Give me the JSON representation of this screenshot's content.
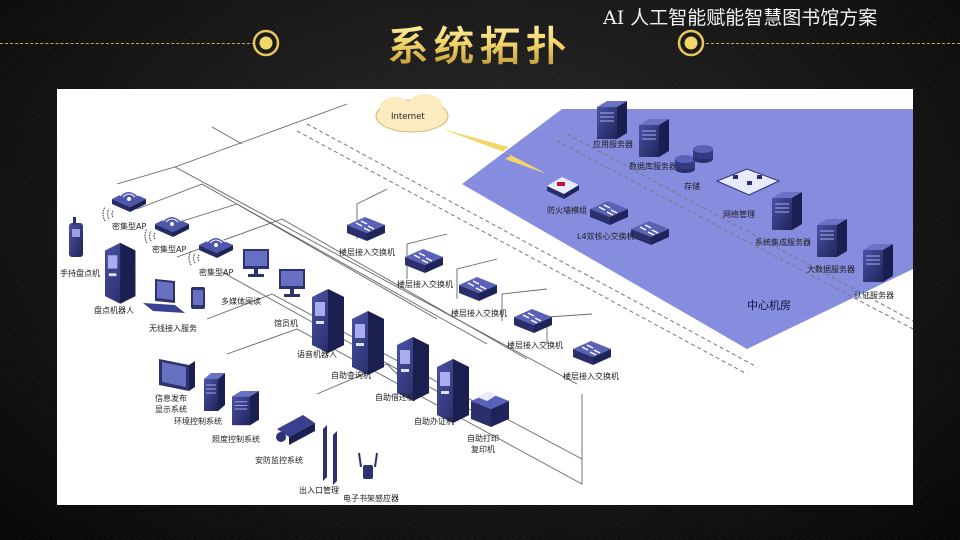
{
  "slide": {
    "title": "系统拓扑",
    "watermark": "AI 人工智能赋能智慧图书馆方案"
  },
  "diagram": {
    "cloud": "Internet",
    "zone": "中心机房",
    "servers": {
      "app": "应用服务器",
      "db": "数据库服务器",
      "storage": "存储",
      "netmgmt": "网络管理",
      "integration": "系统集成服务器",
      "bigdata": "大数据服务器",
      "auth": "认证服务器",
      "firewall": "防火墙模组",
      "core": "L4双核心交换机"
    },
    "switches": [
      "楼层接入交换机",
      "楼层接入交换机",
      "楼层接入交换机",
      "楼层接入交换机",
      "楼层接入交换机"
    ],
    "ap": [
      "密集型AP",
      "密集型AP",
      "密集型AP"
    ],
    "devices": {
      "handheld": "手持盘点机",
      "inventory_robot": "盘点机器人",
      "wireless": "无线接入服务",
      "multimedia": "多媒体阅读",
      "librarian": "馆员机",
      "voice_robot": "语音机器人",
      "self_query": "自助查询机",
      "self_borrow": "自助借还机",
      "self_card": "自助办证机",
      "self_print_1": "自助打印",
      "self_print_2": "复印机",
      "info_1": "信息发布",
      "info_2": "显示系统",
      "env": "环境控制系统",
      "light": "照度控制系统",
      "security": "安防监控系统",
      "gate": "出入口管理",
      "shelf": "电子书架感应器"
    },
    "colors": {
      "zone_fill": "#7c83dc",
      "device": "#2e3470",
      "gold": "#f3d66a",
      "cloud": "#fcecc0"
    }
  }
}
